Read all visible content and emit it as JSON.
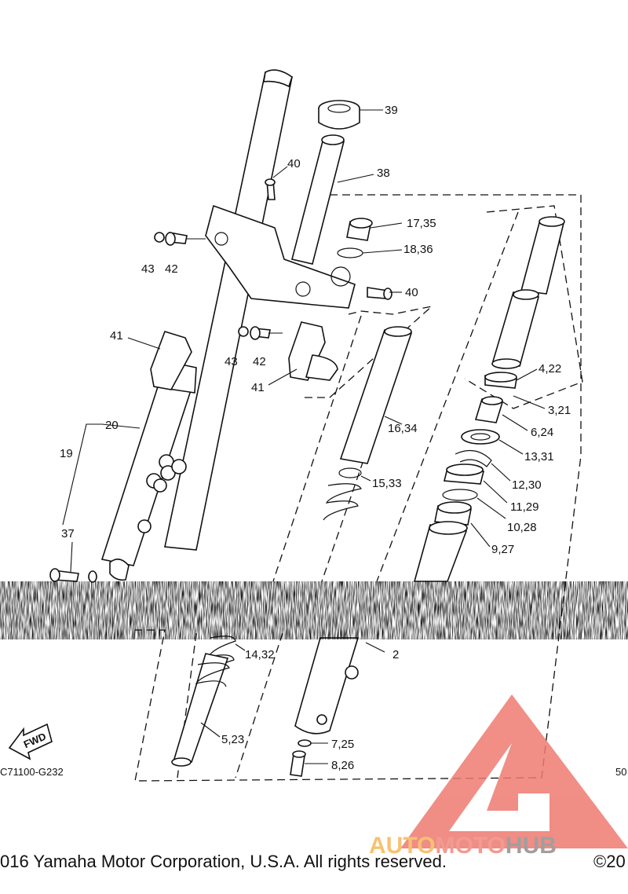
{
  "labels": {
    "l39": "39",
    "l40a": "40",
    "l38": "38",
    "l1735": "17,35",
    "l1836": "18,36",
    "l43a": "43",
    "l42a": "42",
    "l40b": "40",
    "l41a": "41",
    "l43b": "43",
    "l42b": "42",
    "l41b": "41",
    "l422": "4,22",
    "l321": "3,21",
    "l1634": "16,34",
    "l624": "6,24",
    "l20": "20",
    "l19": "19",
    "l1331": "13,31",
    "l1533": "15,33",
    "l1230": "12,30",
    "l1129": "11,29",
    "l1028": "10,28",
    "l37": "37",
    "l927": "9,27",
    "l1432": "14,32",
    "l2": "2",
    "l523": "5,23",
    "l725": "7,25",
    "l826": "8,26"
  },
  "codes": {
    "left": "C71100-G232",
    "right": "50"
  },
  "fwd_label": "FWD",
  "copyright": "016 Yamaha Motor Corporation, U.S.A. All rights reserved.",
  "copyright_right": "©20",
  "watermark": {
    "part1": "AUTO",
    "part2": "MOTO",
    "part3": "HUB"
  },
  "colors": {
    "wm_orange": "#f5b85a",
    "wm_red": "#ef8a7e",
    "wm_gray": "#8f8f8f",
    "logo_red": "#ee7a70"
  }
}
